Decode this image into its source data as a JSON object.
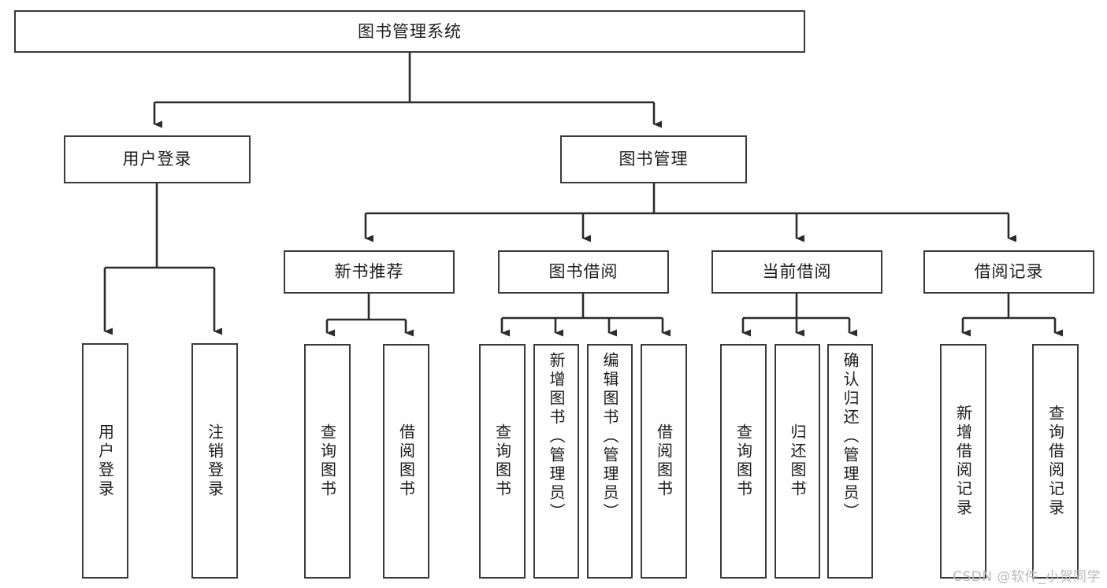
{
  "diagram": {
    "title": "图书管理系统",
    "type": "tree-hierarchy-functional-structure",
    "watermark": "CSDN @软件_小贺同学",
    "colors": {
      "box_border": "#3a3a3a",
      "box_fill": "#ffffff",
      "connector": "#2b2b2b",
      "text": "#1c1c1c",
      "watermark": "#b9b9b9",
      "background": "#ffffff"
    },
    "root": {
      "label": "图书管理系统"
    },
    "level2": [
      {
        "label": "用户登录"
      },
      {
        "label": "图书管理"
      }
    ],
    "level3": [
      {
        "label": "新书推荐"
      },
      {
        "label": "图书借阅"
      },
      {
        "label": "当前借阅"
      },
      {
        "label": "借阅记录"
      }
    ],
    "leaves": {
      "user_login": [
        {
          "label": "用户登录"
        },
        {
          "label": "注销登录"
        }
      ],
      "new_book_recommend": [
        {
          "label": "查询图书"
        },
        {
          "label": "借阅图书"
        }
      ],
      "book_borrow": [
        {
          "label": "查询图书"
        },
        {
          "label": "新增图书（管理员）"
        },
        {
          "label": "编辑图书（管理员）"
        },
        {
          "label": "借阅图书"
        }
      ],
      "current_borrow": [
        {
          "label": "查询图书"
        },
        {
          "label": "归还图书"
        },
        {
          "label": "确认归还（管理员）"
        }
      ],
      "borrow_record": [
        {
          "label": "新增借阅记录"
        },
        {
          "label": "查询借阅记录"
        }
      ]
    }
  }
}
